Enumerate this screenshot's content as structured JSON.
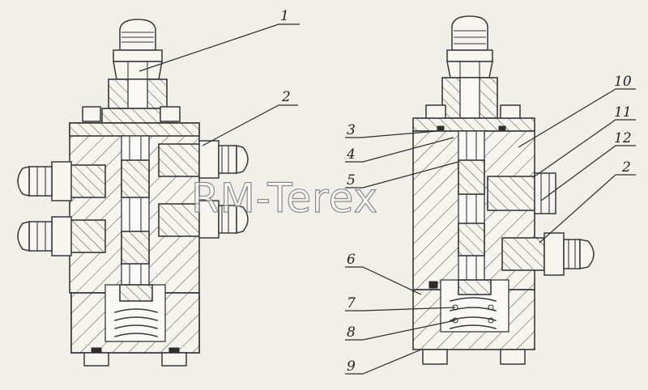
{
  "watermark": "RM-Terex",
  "callouts_left": [
    "1",
    "2"
  ],
  "callouts_right": [
    "3",
    "4",
    "5",
    "6",
    "7",
    "8",
    "9",
    "10",
    "11",
    "12",
    "2"
  ]
}
